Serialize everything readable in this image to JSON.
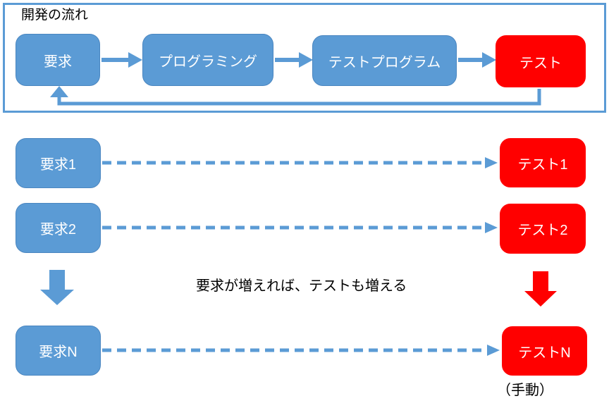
{
  "colors": {
    "blue": "#5b9bd5",
    "blue_border": "#4a86c0",
    "red": "#ff0000",
    "text_dark": "#000000",
    "text_light": "#ffffff"
  },
  "flow": {
    "title": "開発の流れ",
    "steps": [
      {
        "label": "要求"
      },
      {
        "label": "プログラミング"
      },
      {
        "label": "テストプログラム"
      },
      {
        "label": "テスト"
      }
    ],
    "edges": [
      "要求 → プログラミング",
      "プログラミング → テストプログラム",
      "テストプログラム → テスト",
      "テスト → 要求（フィードバック）"
    ]
  },
  "mapping": {
    "rows": [
      {
        "requirement": "要求1",
        "test": "テスト1"
      },
      {
        "requirement": "要求2",
        "test": "テスト2"
      },
      {
        "requirement": "要求N",
        "test": "テストN"
      }
    ],
    "caption": "要求が増えれば、テストも増える",
    "manual_note": "（手動）"
  }
}
